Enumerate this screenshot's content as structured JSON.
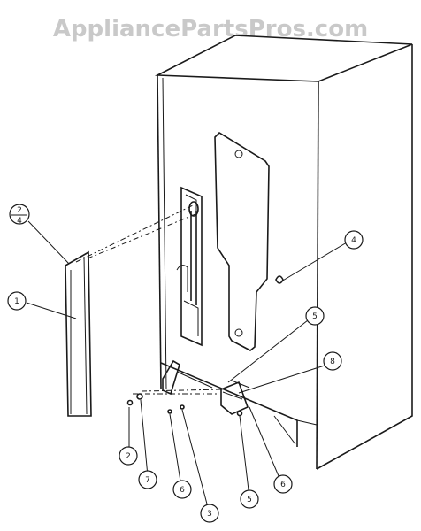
{
  "watermark": "AppliancePartsPros.com",
  "callouts": {
    "c1": "1",
    "c2a_top": "2",
    "c2a_bottom": "4",
    "c2": "2",
    "c3": "3",
    "c4": "4",
    "c5_top": "5",
    "c5_bottom": "5",
    "c6_left": "6",
    "c6_right": "6",
    "c7": "7",
    "c8": "8"
  },
  "colors": {
    "line": "#1a1a1a",
    "watermark": "#c9c9c9"
  }
}
